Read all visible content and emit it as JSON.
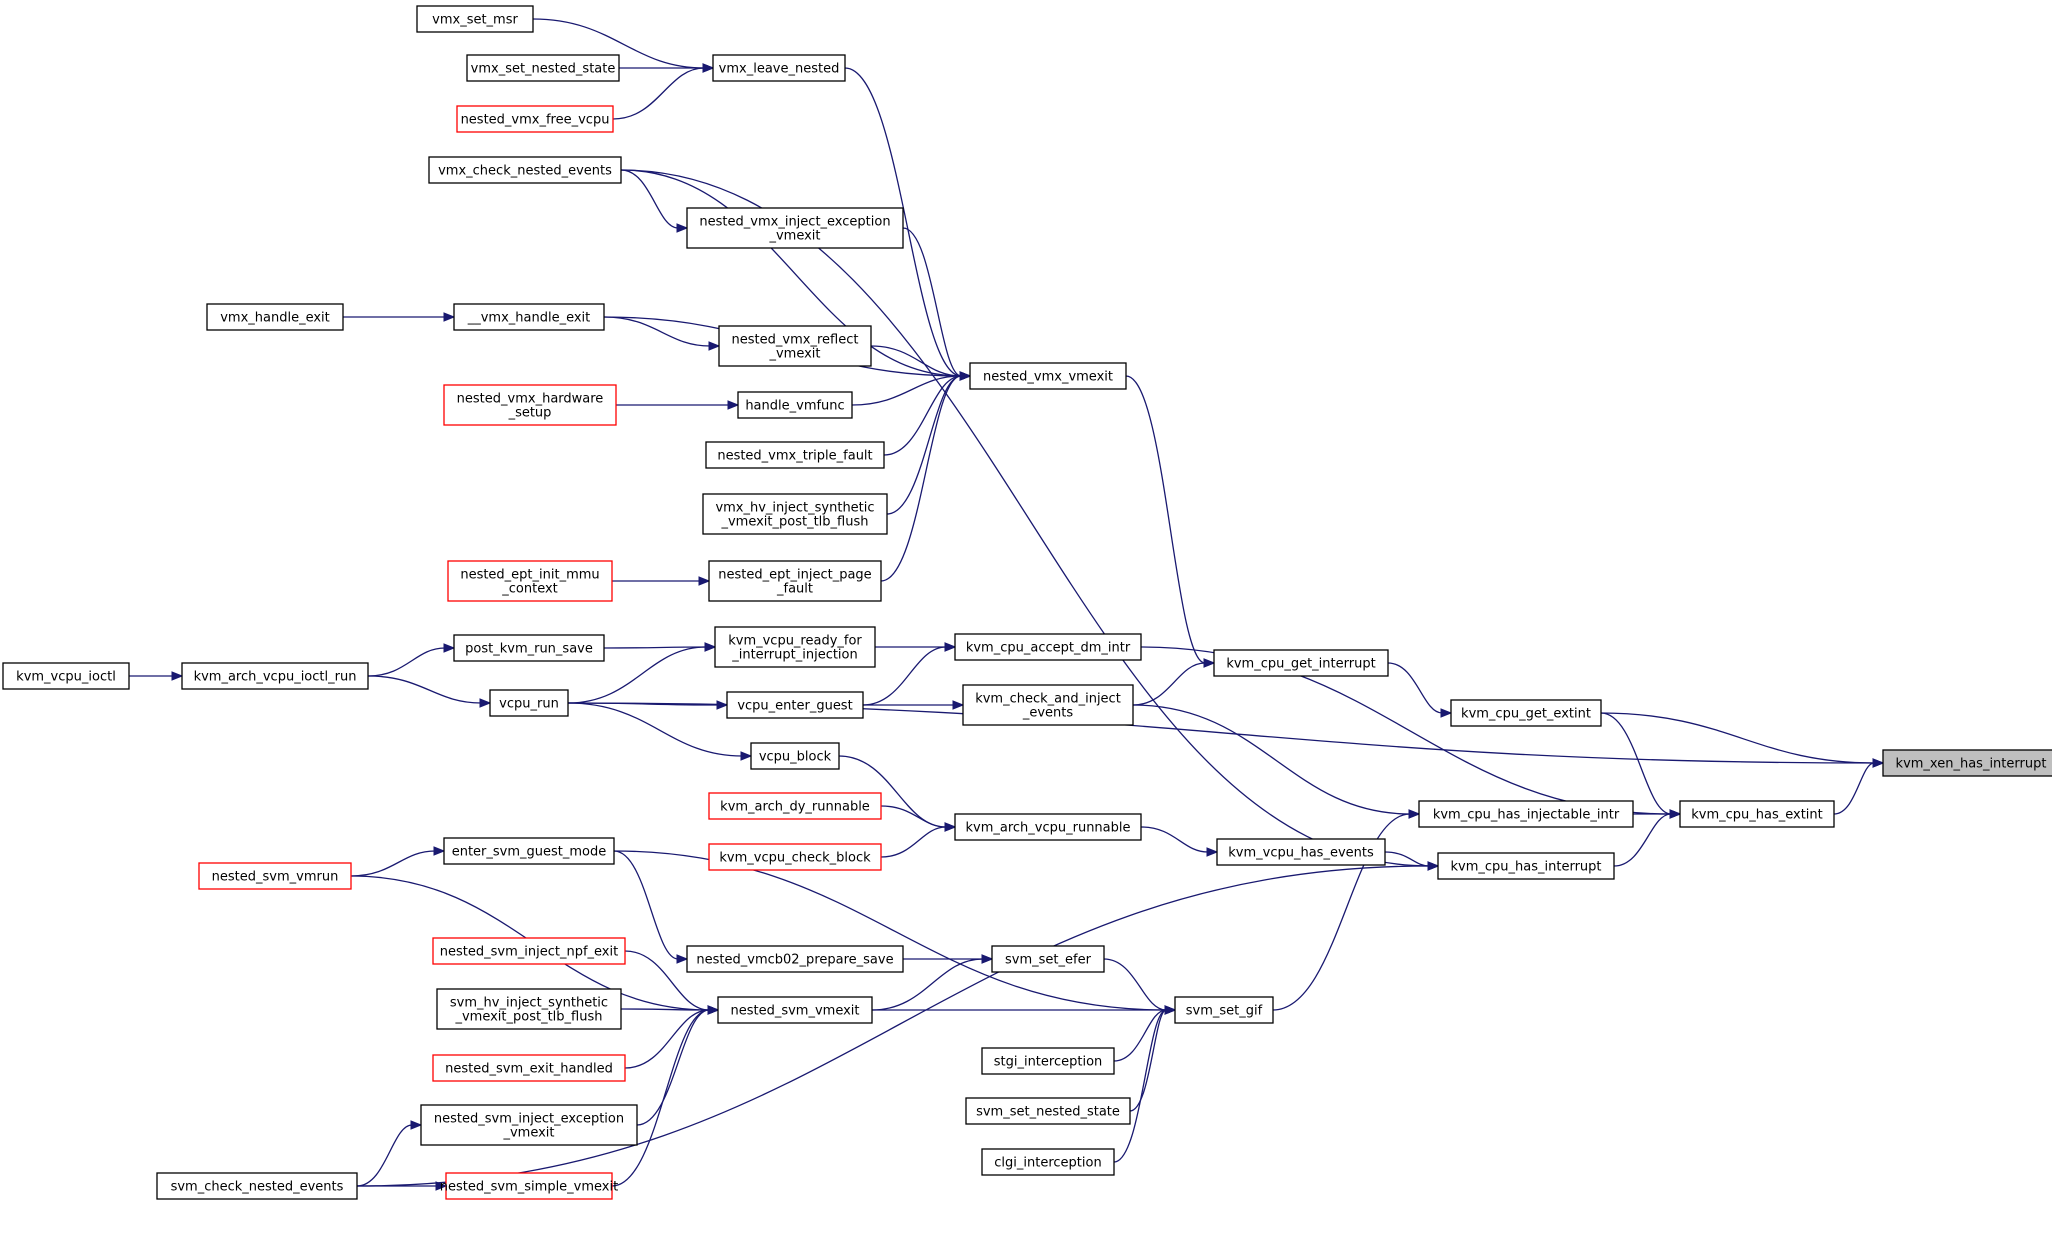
{
  "colors": {
    "edge": "#191970",
    "node_border": "#000000",
    "truncated_border": "#ff0000",
    "highlight_fill": "#bfbfbf"
  },
  "nodes": [
    {
      "id": "vmx_set_msr",
      "lines": [
        "vmx_set_msr"
      ],
      "truncated": false
    },
    {
      "id": "vmx_set_nested_state",
      "lines": [
        "vmx_set_nested_state"
      ],
      "truncated": false
    },
    {
      "id": "nested_vmx_free_vcpu",
      "lines": [
        "nested_vmx_free_vcpu"
      ],
      "truncated": true
    },
    {
      "id": "vmx_leave_nested",
      "lines": [
        "vmx_leave_nested"
      ],
      "truncated": false
    },
    {
      "id": "vmx_check_nested_events",
      "lines": [
        "vmx_check_nested_events"
      ],
      "truncated": false
    },
    {
      "id": "nested_vmx_inject_exception_vmexit",
      "lines": [
        "nested_vmx_inject_exception",
        "_vmexit"
      ],
      "truncated": false
    },
    {
      "id": "vmx_handle_exit",
      "lines": [
        "vmx_handle_exit"
      ],
      "truncated": false
    },
    {
      "id": "__vmx_handle_exit",
      "lines": [
        "__vmx_handle_exit"
      ],
      "truncated": false
    },
    {
      "id": "nested_vmx_reflect_vmexit",
      "lines": [
        "nested_vmx_reflect",
        "_vmexit"
      ],
      "truncated": false
    },
    {
      "id": "nested_vmx_hardware_setup",
      "lines": [
        "nested_vmx_hardware",
        "_setup"
      ],
      "truncated": true
    },
    {
      "id": "handle_vmfunc",
      "lines": [
        "handle_vmfunc"
      ],
      "truncated": false
    },
    {
      "id": "nested_vmx_vmexit",
      "lines": [
        "nested_vmx_vmexit"
      ],
      "truncated": false
    },
    {
      "id": "nested_vmx_triple_fault",
      "lines": [
        "nested_vmx_triple_fault"
      ],
      "truncated": false
    },
    {
      "id": "vmx_hv_inject_synthetic",
      "lines": [
        "vmx_hv_inject_synthetic",
        "_vmexit_post_tlb_flush"
      ],
      "truncated": false
    },
    {
      "id": "nested_ept_init_mmu_context",
      "lines": [
        "nested_ept_init_mmu",
        "_context"
      ],
      "truncated": true
    },
    {
      "id": "nested_ept_inject_page_fault",
      "lines": [
        "nested_ept_inject_page",
        "_fault"
      ],
      "truncated": false
    },
    {
      "id": "kvm_vcpu_ioctl",
      "lines": [
        "kvm_vcpu_ioctl"
      ],
      "truncated": false
    },
    {
      "id": "kvm_arch_vcpu_ioctl_run",
      "lines": [
        "kvm_arch_vcpu_ioctl_run"
      ],
      "truncated": false
    },
    {
      "id": "post_kvm_run_save",
      "lines": [
        "post_kvm_run_save"
      ],
      "truncated": false
    },
    {
      "id": "kvm_vcpu_ready_for_interrupt_injection",
      "lines": [
        "kvm_vcpu_ready_for",
        "_interrupt_injection"
      ],
      "truncated": false
    },
    {
      "id": "kvm_cpu_accept_dm_intr",
      "lines": [
        "kvm_cpu_accept_dm_intr"
      ],
      "truncated": false
    },
    {
      "id": "kvm_cpu_get_interrupt",
      "lines": [
        "kvm_cpu_get_interrupt"
      ],
      "truncated": false
    },
    {
      "id": "vcpu_run",
      "lines": [
        "vcpu_run"
      ],
      "truncated": false
    },
    {
      "id": "vcpu_enter_guest",
      "lines": [
        "vcpu_enter_guest"
      ],
      "truncated": false
    },
    {
      "id": "kvm_check_and_inject_events",
      "lines": [
        "kvm_check_and_inject",
        "_events"
      ],
      "truncated": false
    },
    {
      "id": "kvm_cpu_get_extint",
      "lines": [
        "kvm_cpu_get_extint"
      ],
      "truncated": false
    },
    {
      "id": "vcpu_block",
      "lines": [
        "vcpu_block"
      ],
      "truncated": false
    },
    {
      "id": "kvm_xen_has_interrupt",
      "lines": [
        "kvm_xen_has_interrupt"
      ],
      "truncated": false,
      "highlight": true
    },
    {
      "id": "kvm_arch_dy_runnable",
      "lines": [
        "kvm_arch_dy_runnable"
      ],
      "truncated": true
    },
    {
      "id": "kvm_cpu_has_injectable_intr",
      "lines": [
        "kvm_cpu_has_injectable_intr"
      ],
      "truncated": false
    },
    {
      "id": "kvm_cpu_has_extint",
      "lines": [
        "kvm_cpu_has_extint"
      ],
      "truncated": false
    },
    {
      "id": "kvm_arch_vcpu_runnable",
      "lines": [
        "kvm_arch_vcpu_runnable"
      ],
      "truncated": false
    },
    {
      "id": "kvm_vcpu_check_block",
      "lines": [
        "kvm_vcpu_check_block"
      ],
      "truncated": true
    },
    {
      "id": "kvm_vcpu_has_events",
      "lines": [
        "kvm_vcpu_has_events"
      ],
      "truncated": false
    },
    {
      "id": "kvm_cpu_has_interrupt",
      "lines": [
        "kvm_cpu_has_interrupt"
      ],
      "truncated": false
    },
    {
      "id": "enter_svm_guest_mode",
      "lines": [
        "enter_svm_guest_mode"
      ],
      "truncated": false
    },
    {
      "id": "nested_svm_vmrun",
      "lines": [
        "nested_svm_vmrun"
      ],
      "truncated": true
    },
    {
      "id": "nested_svm_inject_npf_exit",
      "lines": [
        "nested_svm_inject_npf_exit"
      ],
      "truncated": true
    },
    {
      "id": "nested_vmcb02_prepare_save",
      "lines": [
        "nested_vmcb02_prepare_save"
      ],
      "truncated": false
    },
    {
      "id": "svm_set_efer",
      "lines": [
        "svm_set_efer"
      ],
      "truncated": false
    },
    {
      "id": "svm_hv_inject_synthetic",
      "lines": [
        "svm_hv_inject_synthetic",
        "_vmexit_post_tlb_flush"
      ],
      "truncated": false
    },
    {
      "id": "nested_svm_vmexit",
      "lines": [
        "nested_svm_vmexit"
      ],
      "truncated": false
    },
    {
      "id": "svm_set_gif",
      "lines": [
        "svm_set_gif"
      ],
      "truncated": false
    },
    {
      "id": "nested_svm_exit_handled",
      "lines": [
        "nested_svm_exit_handled"
      ],
      "truncated": true
    },
    {
      "id": "stgi_interception",
      "lines": [
        "stgi_interception"
      ],
      "truncated": false
    },
    {
      "id": "svm_set_nested_state",
      "lines": [
        "svm_set_nested_state"
      ],
      "truncated": false
    },
    {
      "id": "nested_svm_inject_exception_vmexit",
      "lines": [
        "nested_svm_inject_exception",
        "_vmexit"
      ],
      "truncated": false
    },
    {
      "id": "clgi_interception",
      "lines": [
        "clgi_interception"
      ],
      "truncated": false
    },
    {
      "id": "svm_check_nested_events",
      "lines": [
        "svm_check_nested_events"
      ],
      "truncated": false
    },
    {
      "id": "nested_svm_simple_vmexit",
      "lines": [
        "nested_svm_simple_vmexit"
      ],
      "truncated": true
    }
  ],
  "edges": [
    {
      "from": "vmx_set_msr",
      "to": "vmx_leave_nested"
    },
    {
      "from": "vmx_set_nested_state",
      "to": "vmx_leave_nested"
    },
    {
      "from": "nested_vmx_free_vcpu",
      "to": "vmx_leave_nested"
    },
    {
      "from": "vmx_leave_nested",
      "to": "nested_vmx_vmexit"
    },
    {
      "from": "vmx_check_nested_events",
      "to": "nested_vmx_inject_exception_vmexit"
    },
    {
      "from": "vmx_check_nested_events",
      "to": "nested_vmx_vmexit"
    },
    {
      "from": "vmx_check_nested_events",
      "to": "kvm_cpu_has_interrupt"
    },
    {
      "from": "nested_vmx_inject_exception_vmexit",
      "to": "nested_vmx_vmexit"
    },
    {
      "from": "vmx_handle_exit",
      "to": "__vmx_handle_exit"
    },
    {
      "from": "__vmx_handle_exit",
      "to": "nested_vmx_reflect_vmexit"
    },
    {
      "from": "__vmx_handle_exit",
      "to": "nested_vmx_vmexit"
    },
    {
      "from": "nested_vmx_reflect_vmexit",
      "to": "nested_vmx_vmexit"
    },
    {
      "from": "nested_vmx_hardware_setup",
      "to": "handle_vmfunc"
    },
    {
      "from": "handle_vmfunc",
      "to": "nested_vmx_vmexit"
    },
    {
      "from": "nested_vmx_triple_fault",
      "to": "nested_vmx_vmexit"
    },
    {
      "from": "vmx_hv_inject_synthetic",
      "to": "nested_vmx_vmexit"
    },
    {
      "from": "nested_ept_init_mmu_context",
      "to": "nested_ept_inject_page_fault"
    },
    {
      "from": "nested_ept_inject_page_fault",
      "to": "nested_vmx_vmexit"
    },
    {
      "from": "nested_vmx_vmexit",
      "to": "kvm_cpu_get_interrupt"
    },
    {
      "from": "kvm_vcpu_ioctl",
      "to": "kvm_arch_vcpu_ioctl_run"
    },
    {
      "from": "kvm_arch_vcpu_ioctl_run",
      "to": "post_kvm_run_save"
    },
    {
      "from": "kvm_arch_vcpu_ioctl_run",
      "to": "vcpu_run"
    },
    {
      "from": "post_kvm_run_save",
      "to": "kvm_vcpu_ready_for_interrupt_injection"
    },
    {
      "from": "vcpu_run",
      "to": "kvm_vcpu_ready_for_interrupt_injection"
    },
    {
      "from": "vcpu_run",
      "to": "vcpu_enter_guest"
    },
    {
      "from": "vcpu_run",
      "to": "vcpu_block"
    },
    {
      "from": "vcpu_run",
      "to": "kvm_xen_has_interrupt"
    },
    {
      "from": "kvm_vcpu_ready_for_interrupt_injection",
      "to": "kvm_cpu_accept_dm_intr"
    },
    {
      "from": "vcpu_enter_guest",
      "to": "kvm_cpu_accept_dm_intr"
    },
    {
      "from": "vcpu_enter_guest",
      "to": "kvm_check_and_inject_events"
    },
    {
      "from": "kvm_cpu_accept_dm_intr",
      "to": "kvm_cpu_has_extint"
    },
    {
      "from": "kvm_check_and_inject_events",
      "to": "kvm_cpu_get_interrupt"
    },
    {
      "from": "kvm_check_and_inject_events",
      "to": "kvm_cpu_has_injectable_intr"
    },
    {
      "from": "kvm_cpu_get_interrupt",
      "to": "kvm_cpu_get_extint"
    },
    {
      "from": "kvm_cpu_get_extint",
      "to": "kvm_xen_has_interrupt"
    },
    {
      "from": "kvm_cpu_get_extint",
      "to": "kvm_cpu_has_extint"
    },
    {
      "from": "vcpu_block",
      "to": "kvm_arch_vcpu_runnable"
    },
    {
      "from": "kvm_arch_dy_runnable",
      "to": "kvm_arch_vcpu_runnable"
    },
    {
      "from": "kvm_vcpu_check_block",
      "to": "kvm_arch_vcpu_runnable"
    },
    {
      "from": "kvm_arch_vcpu_runnable",
      "to": "kvm_vcpu_has_events"
    },
    {
      "from": "kvm_vcpu_has_events",
      "to": "kvm_cpu_has_interrupt"
    },
    {
      "from": "kvm_cpu_has_injectable_intr",
      "to": "kvm_cpu_has_extint"
    },
    {
      "from": "kvm_cpu_has_interrupt",
      "to": "kvm_cpu_has_extint"
    },
    {
      "from": "kvm_cpu_has_extint",
      "to": "kvm_xen_has_interrupt"
    },
    {
      "from": "nested_svm_vmrun",
      "to": "enter_svm_guest_mode"
    },
    {
      "from": "nested_svm_vmrun",
      "to": "nested_svm_vmexit"
    },
    {
      "from": "enter_svm_guest_mode",
      "to": "nested_vmcb02_prepare_save"
    },
    {
      "from": "enter_svm_guest_mode",
      "to": "svm_set_gif"
    },
    {
      "from": "nested_vmcb02_prepare_save",
      "to": "svm_set_efer"
    },
    {
      "from": "nested_svm_inject_npf_exit",
      "to": "nested_svm_vmexit"
    },
    {
      "from": "svm_hv_inject_synthetic",
      "to": "nested_svm_vmexit"
    },
    {
      "from": "nested_svm_exit_handled",
      "to": "nested_svm_vmexit"
    },
    {
      "from": "nested_svm_inject_exception_vmexit",
      "to": "nested_svm_vmexit"
    },
    {
      "from": "nested_svm_simple_vmexit",
      "to": "nested_svm_vmexit"
    },
    {
      "from": "svm_check_nested_events",
      "to": "nested_svm_inject_exception_vmexit"
    },
    {
      "from": "svm_check_nested_events",
      "to": "nested_svm_simple_vmexit"
    },
    {
      "from": "svm_check_nested_events",
      "to": "kvm_cpu_has_interrupt"
    },
    {
      "from": "nested_svm_vmexit",
      "to": "svm_set_efer"
    },
    {
      "from": "nested_svm_vmexit",
      "to": "svm_set_gif"
    },
    {
      "from": "svm_set_efer",
      "to": "svm_set_gif"
    },
    {
      "from": "stgi_interception",
      "to": "svm_set_gif"
    },
    {
      "from": "svm_set_nested_state",
      "to": "svm_set_gif"
    },
    {
      "from": "clgi_interception",
      "to": "svm_set_gif"
    },
    {
      "from": "svm_set_gif",
      "to": "kvm_cpu_has_injectable_intr"
    }
  ]
}
